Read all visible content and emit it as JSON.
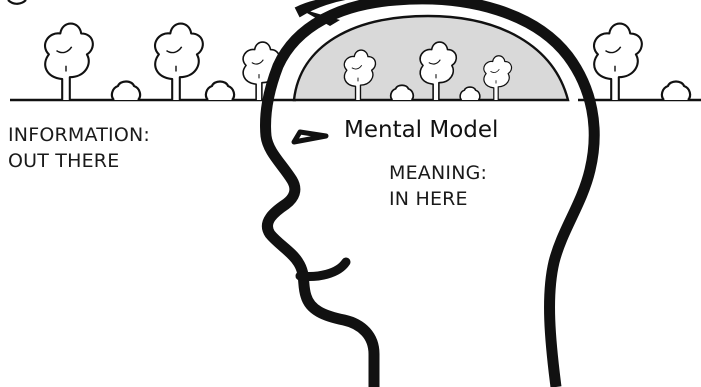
{
  "diagram": {
    "title": "Mental Model",
    "outside_label": {
      "line1": "INFORMATION:",
      "line2": "OUT THERE"
    },
    "inside_label": {
      "line1": "MEANING:",
      "line2": "IN HERE"
    }
  },
  "colors": {
    "ink": "#111111",
    "thought_bubble_fill": "#d9d9d9",
    "background": "#ffffff"
  }
}
